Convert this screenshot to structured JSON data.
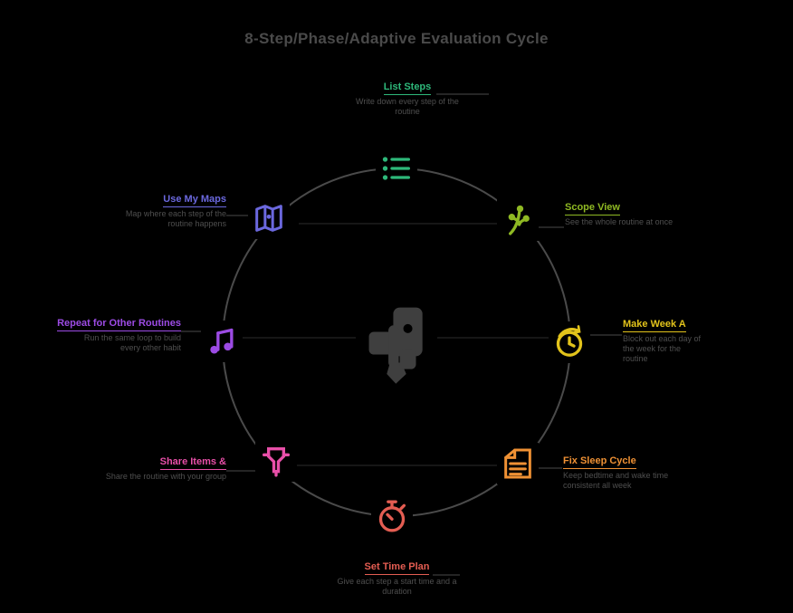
{
  "title": "8-Step/Phase/Adaptive Evaluation Cycle",
  "colors": {
    "background": "#000000",
    "title_text": "#4a4a4a",
    "description_text": "#4f4f4f",
    "ring": "#4a4a4a",
    "center_glyph": "#3f3f3f"
  },
  "center": {
    "icon": "hand-holding-phone-icon"
  },
  "nodes": [
    {
      "id": "list-steps",
      "title": "List Steps",
      "color": "#2eb87a",
      "icon": "checklist-icon",
      "line1": "Write down every step of the",
      "line2": "routine",
      "line3": ""
    },
    {
      "id": "scope-view",
      "title": "Scope View",
      "color": "#8fb923",
      "icon": "plant-icon",
      "line1": "See the whole routine at once",
      "line2": "",
      "line3": ""
    },
    {
      "id": "make-week-a",
      "title": "Make Week A",
      "color": "#e2c31b",
      "icon": "history-clock-icon",
      "line1": "Block out each day of",
      "line2": "the week for the",
      "line3": "routine"
    },
    {
      "id": "fix-sleep-cycle",
      "title": "Fix Sleep Cycle",
      "color": "#ef9134",
      "icon": "report-icon",
      "line1": "Keep bedtime and wake time",
      "line2": "consistent all week",
      "line3": ""
    },
    {
      "id": "set-time-plan",
      "title": "Set Time Plan",
      "color": "#e45d52",
      "icon": "timer-icon",
      "line1": "Give each step a start time and a",
      "line2": "duration",
      "line3": ""
    },
    {
      "id": "share-items",
      "title": "Share Items &",
      "color": "#e84fa8",
      "icon": "funnel-icon",
      "line1": "Share the routine with your group",
      "line2": "",
      "line3": ""
    },
    {
      "id": "repeat-for-other-routines",
      "title": "Repeat for Other Routines",
      "color": "#9c4be4",
      "icon": "music-notes-icon",
      "line1": "Run the same loop to build",
      "line2": "every other habit",
      "line3": ""
    },
    {
      "id": "use-my-maps",
      "title": "Use My Maps",
      "color": "#6b68de",
      "icon": "map-icon",
      "line1": "Map where each step of the",
      "line2": "routine happens",
      "line3": ""
    }
  ]
}
